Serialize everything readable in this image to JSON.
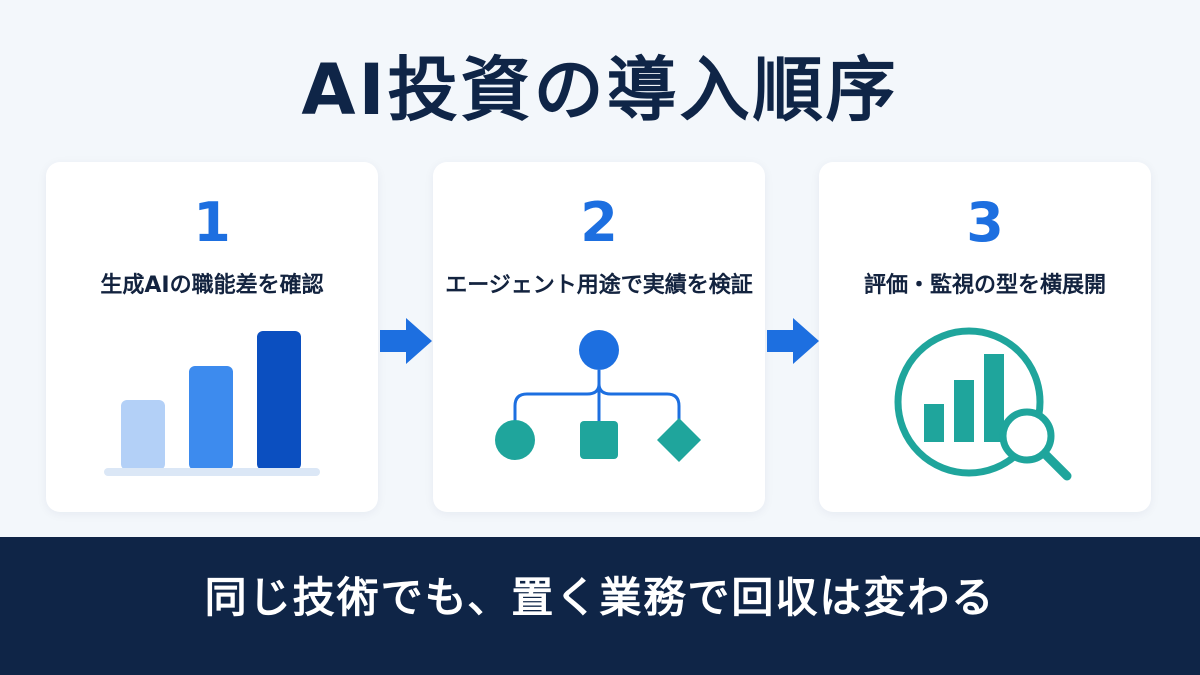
{
  "title": "AI投資の導入順序",
  "steps": [
    {
      "number": "1",
      "label": "生成AIの職能差を確認",
      "icon": "bar-chart-icon"
    },
    {
      "number": "2",
      "label": "エージェント用途で実績を検証",
      "icon": "flow-hierarchy-icon"
    },
    {
      "number": "3",
      "label": "評価・監視の型を横展開",
      "icon": "analytics-magnifier-icon"
    }
  ],
  "tagline": "同じ技術でも、置く業務で回収は変わる",
  "colors": {
    "title": "#0f2547",
    "accent_blue": "#1d6fe0",
    "light_blue": "#b3d0f7",
    "mid_blue": "#3d8bee",
    "dark_blue": "#0b4fc0",
    "teal": "#1fa59c",
    "banner_bg": "#0f2547",
    "page_bg": "#f3f7fb"
  }
}
